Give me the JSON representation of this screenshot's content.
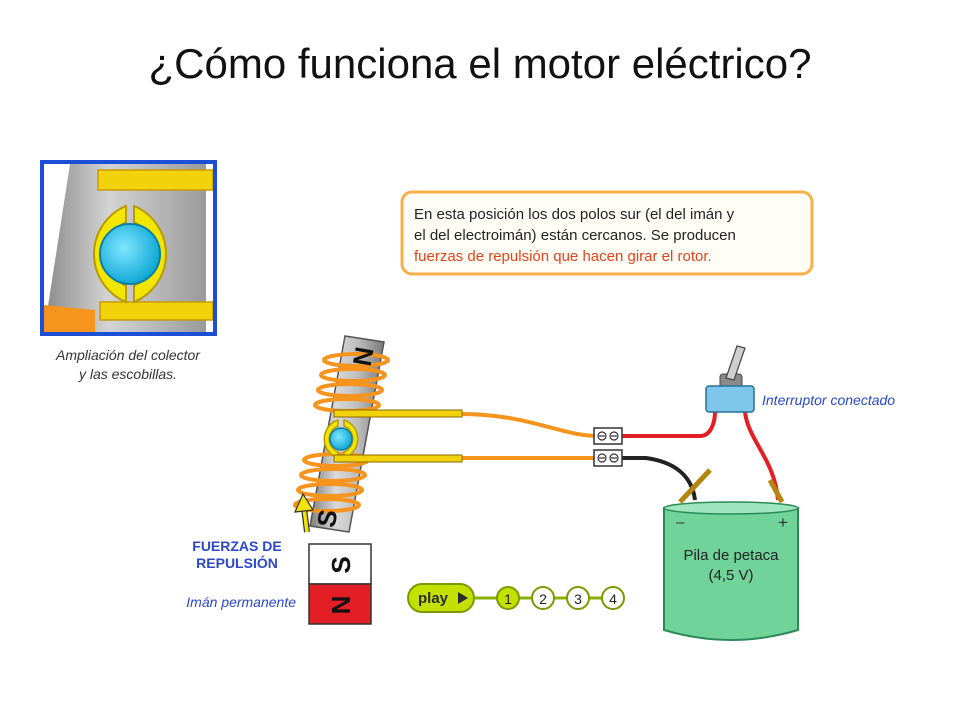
{
  "slide": {
    "title": "¿Cómo funciona el motor eléctrico?"
  },
  "inset": {
    "caption_line1": "Ampliación del colector",
    "caption_line2": "y las escobillas."
  },
  "info_box": {
    "line1": "En esta posición los dos polos sur (el del imán y",
    "line2": "el del electroimán) están cercanos. Se producen",
    "line3": "fuerzas de repulsión que hacen girar el rotor."
  },
  "electromagnet": {
    "pole_top": "N",
    "pole_bottom": "S"
  },
  "permanent_magnet": {
    "pole_top": "S",
    "pole_bottom": "N",
    "label": "Imán permanente"
  },
  "forces_label": {
    "line1": "FUERZAS DE",
    "line2": "REPULSIÓN"
  },
  "switch": {
    "label": "Interruptor conectado"
  },
  "battery": {
    "minus": "–",
    "plus": "+",
    "line1": "Pila de petaca",
    "line2": "(4,5 V)"
  },
  "player": {
    "play_label": "play",
    "steps": [
      "1",
      "2",
      "3",
      "4"
    ]
  },
  "colors": {
    "inset_border": "#1d4fd6",
    "coil": "#f7941d",
    "commutator": "#f2e600",
    "rotor_core": "#22c4e8",
    "info_text": "#222222",
    "info_highlight": "#e8421c",
    "label_blue": "#2a48c8",
    "battery_fill": "#6fd39a",
    "magnet_red": "#e31e24",
    "switch_blue": "#7ec6ea",
    "play_green": "#c4e000"
  }
}
